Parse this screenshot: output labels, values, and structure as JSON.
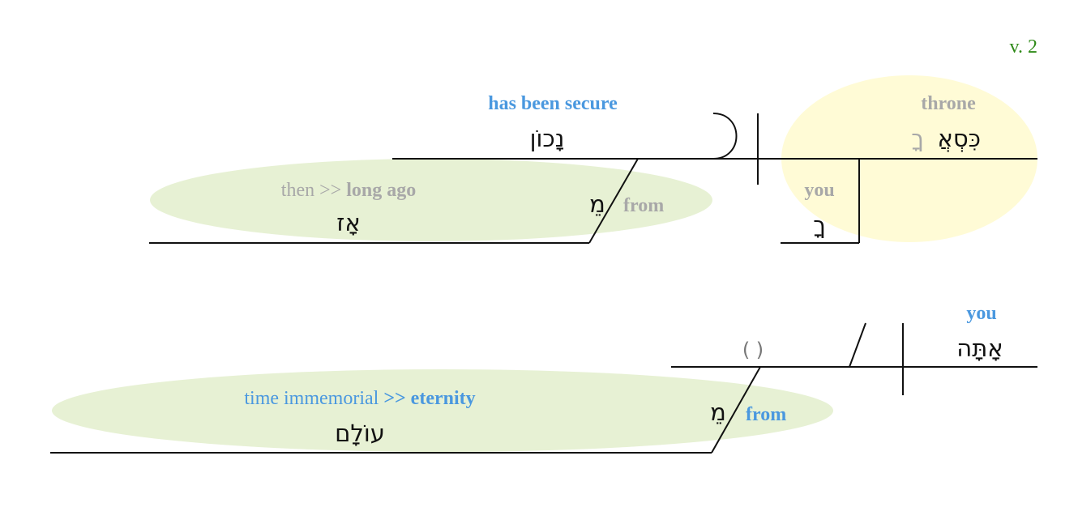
{
  "verse": "v. 2",
  "colors": {
    "gloss_blue": "#4a98df",
    "gloss_grey": "#a8a8a8",
    "verse_green": "#2f8a18",
    "highlight_green": "#e7f1d4",
    "highlight_yellow": "#fffbd6"
  },
  "clause1": {
    "verb": {
      "gloss": "has been secure",
      "hebrew": "נָכוֹן"
    },
    "subject": {
      "gloss": "throne",
      "hebrew": "כִּסְאֲ",
      "suffix": "ךָ"
    },
    "possessor": {
      "gloss": "you",
      "hebrew": "ךָ"
    },
    "modifier": {
      "preposition_gloss": "from",
      "preposition_hebrew": "מֵ",
      "object_gloss_light": "then >>",
      "object_gloss_bold": "long ago",
      "object_hebrew": "אָז"
    }
  },
  "clause2": {
    "subject": {
      "gloss": "you",
      "hebrew": "אָתָּה"
    },
    "verb_placeholder": "( )",
    "modifier": {
      "preposition_gloss": "from",
      "preposition_hebrew": "מֵ",
      "object_gloss_light": "time immemorial",
      "object_gloss_bold": ">> eternity",
      "object_hebrew": "עוֹלָם"
    }
  }
}
